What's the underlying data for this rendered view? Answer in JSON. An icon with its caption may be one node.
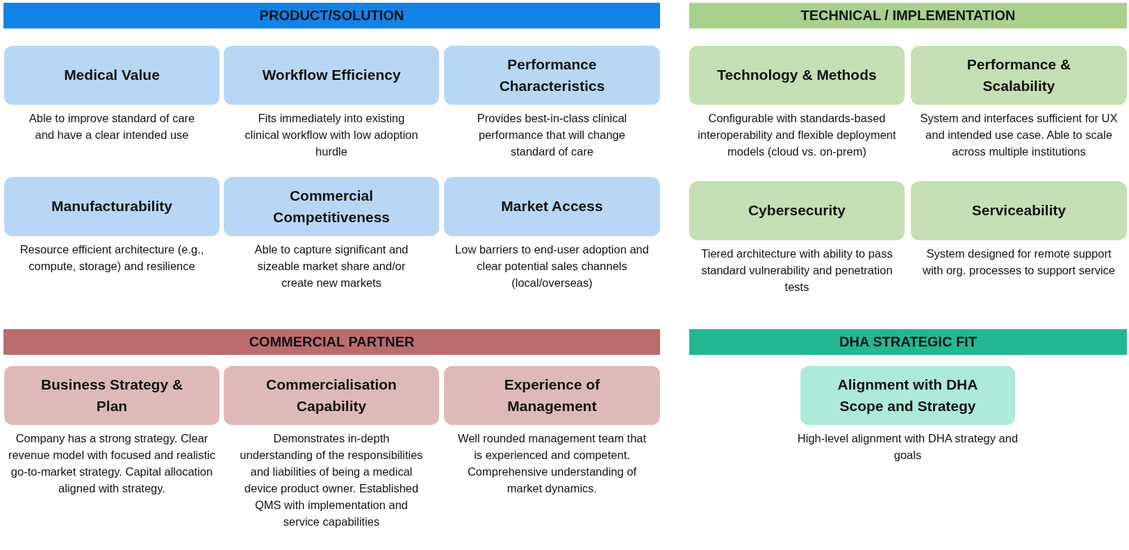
{
  "diagram": {
    "nodes": [
      {
        "text": [
          "PRODUCT/SOLUTION"
        ]
      },
      {
        "text": [
          "TECHNICAL / IMPLEMENTATION"
        ]
      },
      {
        "text": [
          "Medical Value"
        ],
        "beside": [
          "Able to improve standard of care and have a clear intended use"
        ]
      },
      {
        "text": [
          "Workflow Efficiency"
        ],
        "beside": [
          "Fits immediately into existing clinical workflow with low adoption hurdle"
        ]
      },
      {
        "text": [
          "Performance Characteristics"
        ],
        "beside": [
          "Provides best-in-class clinical performance that will change standard of care"
        ]
      },
      {
        "text": [
          "Technology & Methods"
        ],
        "beside": [
          "Configurable with standards-based interoperability and flexible deployment models (cloud vs. on-prem)"
        ]
      },
      {
        "text": [
          "Performance & Scalability"
        ],
        "beside": [
          "System and interfaces sufficient for UX and intended use case. Able to scale across multiple institutions"
        ]
      },
      {
        "text": [
          "Manufacturability"
        ],
        "beside": [
          "Resource efficient architecture (e.g., compute, storage) and resilience"
        ]
      },
      {
        "text": [
          "Commercial Competitiveness"
        ],
        "beside": [
          "Able to capture significant and sizeable market share and/or create new markets"
        ]
      },
      {
        "text": [
          "Market Access"
        ],
        "beside": [
          "Low barriers to end-user adoption and clear potential sales channels (local/overseas)"
        ]
      },
      {
        "text": [
          "Cybersecurity"
        ],
        "beside": [
          "Tiered architecture with ability to pass standard vulnerability and penetration tests"
        ]
      },
      {
        "text": [
          "Serviceability"
        ],
        "beside": [
          "System designed for remote support with org. processes to support service"
        ]
      },
      {
        "text": [
          "COMMERCIAL PARTNER"
        ]
      },
      {
        "text": [
          "DHA STRATEGIC FIT"
        ]
      },
      {
        "text": [
          "Business Strategy & Plan"
        ],
        "beside": [
          "Company has a strong strategy. Clear revenue model with focused and realistic go-to-market strategy. Capital allocation aligned with strategy."
        ]
      },
      {
        "text": [
          "Commercialisation Capability"
        ],
        "beside": [
          "Demonstrates in-depth understanding of the responsibilities and liabilities of being a medical device product owner. Established QMS with implementation and service capabilities"
        ]
      },
      {
        "text": [
          "Experience of Management"
        ],
        "beside": [
          "Well rounded management team that is experienced and competent. Comprehensive understanding of market dynamics."
        ]
      },
      {
        "text": [
          "Alignment with DHA Scope and Strategy"
        ],
        "beside": [
          "High-level alignment with DHA strategy and goals"
        ]
      }
    ]
  }
}
